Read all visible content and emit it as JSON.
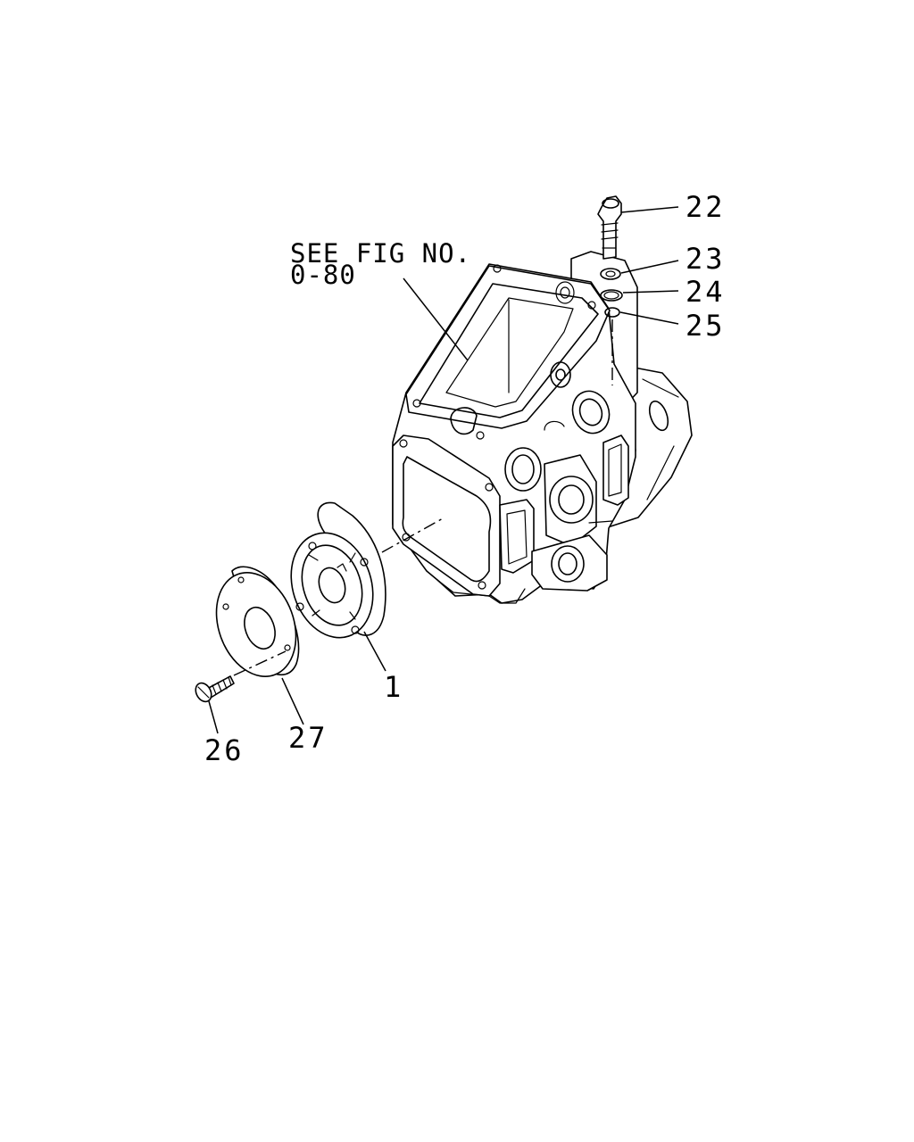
{
  "reference_note": {
    "line1": "SEE FIG NO.",
    "line2": "0-80"
  },
  "callouts": {
    "c22": "22",
    "c23": "23",
    "c24": "24",
    "c25": "25",
    "c1": "1",
    "c26": "26",
    "c27": "27"
  }
}
